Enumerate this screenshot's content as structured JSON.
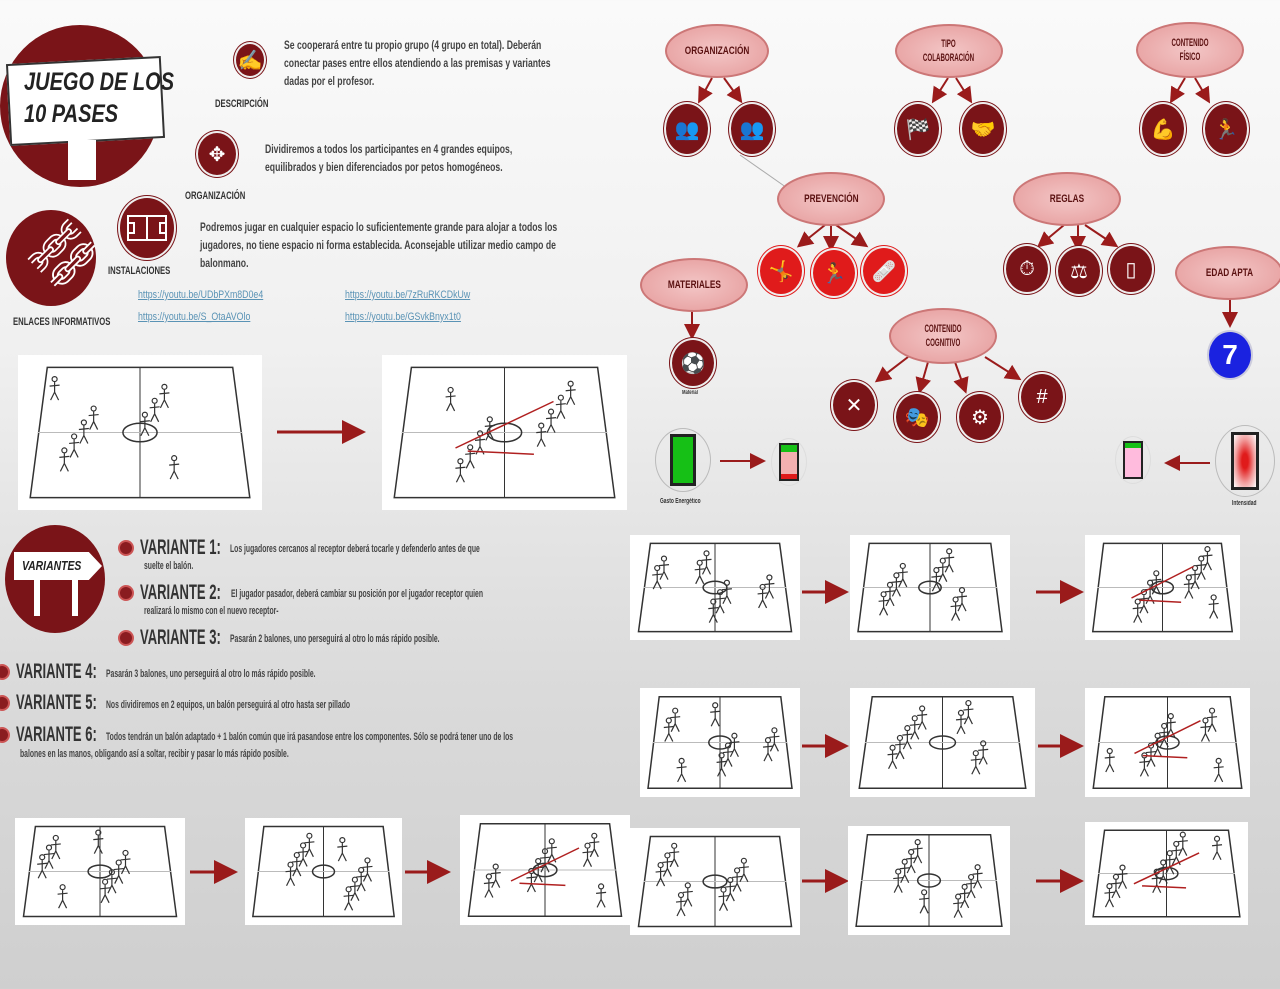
{
  "title": {
    "line1": "JUEGO DE LOS",
    "line2": "10 PASES"
  },
  "sections": {
    "descripcion": {
      "label": "DESCRIPCIÓN",
      "text": [
        "Se cooperará entre tu propio grupo (4 grupo en total). Deberán",
        "conectar pases entre ellos atendiendo a las premisas y variantes",
        "dadas por el profesor."
      ]
    },
    "organizacion": {
      "label": "ORGANIZACIÓN",
      "text": [
        "Dividiremos a todos los participantes en 4 grandes equipos,",
        "equilibrados y bien diferenciados por petos homogéneos."
      ]
    },
    "instalaciones": {
      "label": "INSTALACIONES",
      "text": [
        "Podremos jugar en cualquier espacio lo suficientemente grande para alojar a todos los",
        "jugadores, no tiene espacio ni forma establecida. Aconsejable utilizar medio campo de",
        "balonmano."
      ]
    },
    "enlaces": {
      "label": "ENLACES INFORMATIVOS",
      "links": [
        "https://youtu.be/UDbPXm8D0e4",
        "https://youtu.be/7zRuRKCDkUw",
        "https://youtu.be/S_OtaAVOlo",
        "https://youtu.be/GSvkBnyx1t0"
      ]
    }
  },
  "map": {
    "organizacion": "ORGANIZACIÓN",
    "tipo_colaboracion": [
      "TIPO",
      "COLABORACIÓN"
    ],
    "contenido_fisico": [
      "CONTENIDO",
      "FÍSICO"
    ],
    "prevencion": "PREVENCIÓN",
    "reglas": "REGLAS",
    "materiales": "MATERIALES",
    "contenido_cognitivo": [
      "CONTENIDO",
      "COGNITIVO"
    ],
    "edad_apta": "EDAD APTA",
    "edad_value": "7",
    "gasto_label": "Gasto Energético",
    "intensidad_label": "Intensidad",
    "material_label": "Material"
  },
  "variantes": {
    "badge": "VARIANTES",
    "items": [
      {
        "label": "VARIANTE 1:",
        "text": [
          "Los jugadores cercanos al receptor deberá tocarle y defenderlo antes de que",
          "suelte el balón."
        ]
      },
      {
        "label": "VARIANTE 2:",
        "text": [
          "El jugador pasador, deberá cambiar su posición por el jugador receptor quien",
          "realizará lo mismo con el nuevo receptor-"
        ]
      },
      {
        "label": "VARIANTE 3:",
        "text": [
          "Pasarán 2 balones, uno perseguirá al otro lo más rápido posible."
        ]
      },
      {
        "label": "VARIANTE 4:",
        "text": [
          "Pasarán 3 balones, uno perseguirá al otro lo más rápido posible."
        ]
      },
      {
        "label": "VARIANTE 5:",
        "text": [
          "Nos dividiremos en 2 equipos, un balón perseguirá al otro hasta ser pillado"
        ]
      },
      {
        "label": "VARIANTE 6:",
        "text": [
          "Todos tendrán un balón adaptado + 1 balón común que irá pasandose entre los componentes. Sólo se podrá tener uno de los",
          "balones en las manos, obligando así a soltar, recibir y pasar lo más rápido posible."
        ]
      }
    ]
  },
  "colors": {
    "brand": "#7a1418",
    "accent_red": "#e01b1b",
    "age_blue": "#1a22e0",
    "battery_green": "#16c016"
  }
}
